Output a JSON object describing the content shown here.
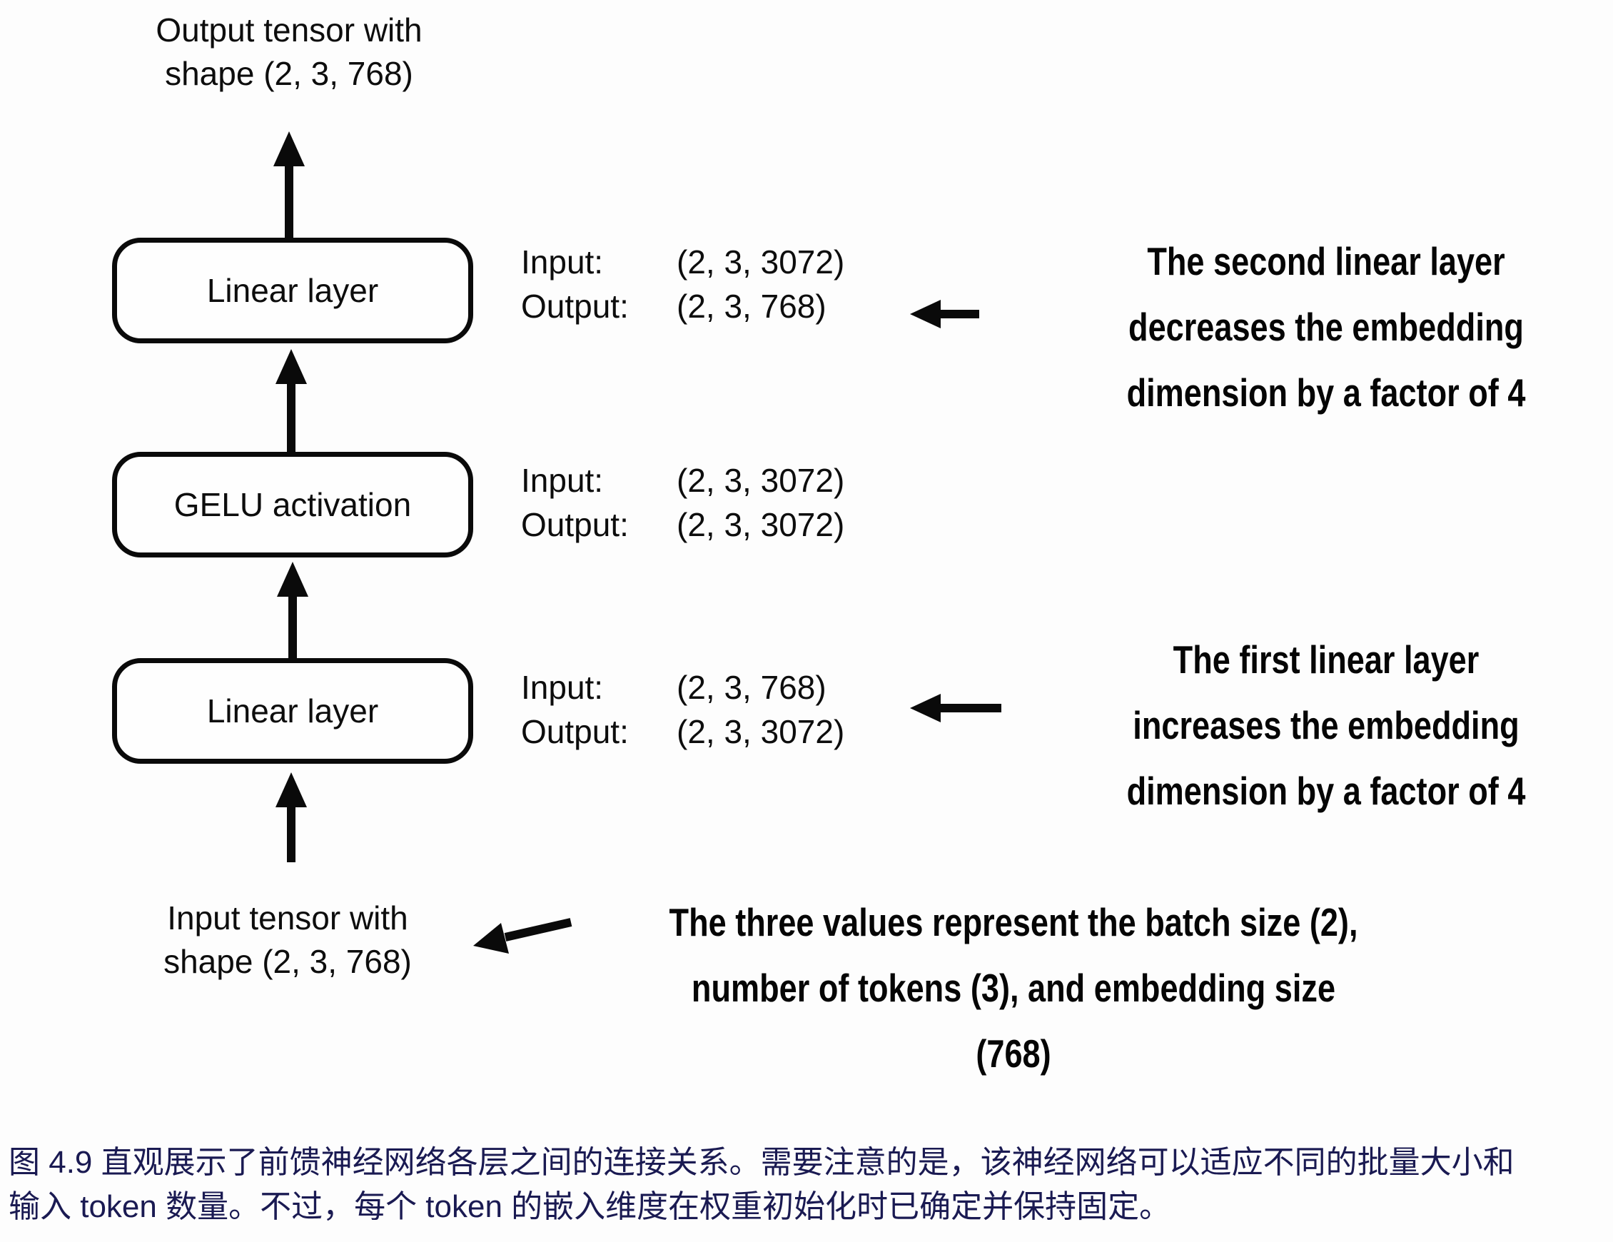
{
  "figure": {
    "top_label": {
      "line1": "Output tensor with",
      "line2": "shape (2, 3, 768)"
    },
    "boxes": [
      {
        "label": "Linear layer"
      },
      {
        "label": "GELU activation"
      },
      {
        "label": "Linear layer"
      }
    ],
    "io_groups": [
      {
        "input_label": "Input:",
        "input_shape": "(2, 3, 3072)",
        "output_label": "Output:",
        "output_shape": "(2, 3, 768)"
      },
      {
        "input_label": "Input:",
        "input_shape": "(2, 3, 3072)",
        "output_label": "Output:",
        "output_shape": "(2, 3, 3072)"
      },
      {
        "input_label": "Input:",
        "input_shape": "(2, 3, 768)",
        "output_label": "Output:",
        "output_shape": "(2, 3, 3072)"
      }
    ],
    "bottom_label": {
      "line1": "Input tensor with",
      "line2": "shape (2, 3, 768)"
    },
    "annotations": [
      {
        "lines": [
          "The second linear layer",
          "decreases the embedding",
          "dimension by a factor of 4"
        ]
      },
      {
        "lines": [
          "The first linear layer",
          "increases the embedding",
          "dimension by a factor of 4"
        ]
      },
      {
        "lines": [
          "The three values represent the batch size (2),",
          "number of tokens (3), and embedding size",
          "(768)"
        ]
      }
    ]
  },
  "caption": {
    "lines": [
      "图 4.9 直观展示了前馈神经网络各层之间的连接关系。需要注意的是，该神经网络可以适应不同的批量大小和",
      "输入 token 数量。不过，每个 token 的嵌入维度在权重初始化时已确定并保持固定。"
    ]
  },
  "colors": {
    "ink": "#0a0a0a",
    "background": "#fdfdfd",
    "caption_text": "#1a1a52"
  }
}
